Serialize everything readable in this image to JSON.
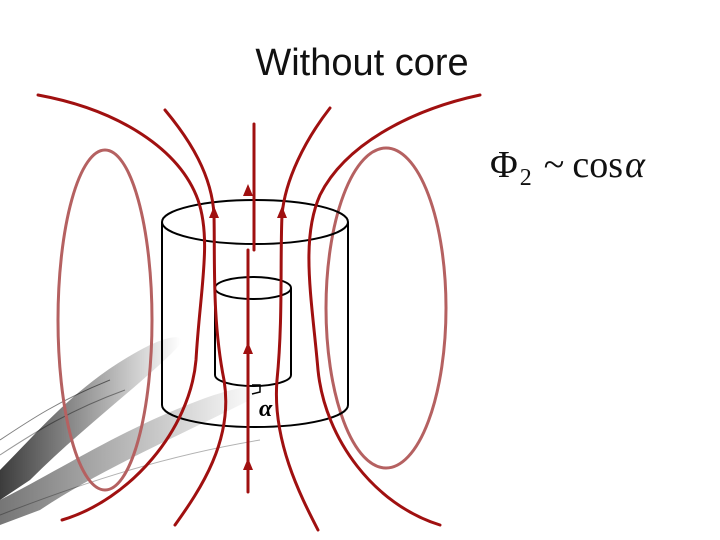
{
  "title": "Without core",
  "formula": {
    "symbol": "Φ",
    "subscript": "2",
    "relation": "~",
    "function": "cos",
    "variable": "α"
  },
  "angle_label": "α",
  "colors": {
    "field_line": "#a01010",
    "return_loop": "#b56161",
    "coil": "#000000",
    "swirl": "#000000"
  }
}
